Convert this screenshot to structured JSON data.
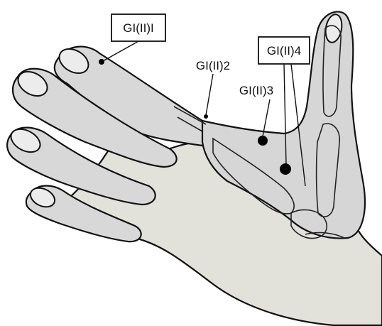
{
  "labels": {
    "gi1": "GI(II)I",
    "gi2": "GI(II)2",
    "gi3": "GI(II)3",
    "gi4": "GI(II)4"
  },
  "colors": {
    "skin": "#d9d9d9",
    "skin_light": "#e8e8de",
    "outline": "#111111",
    "point": "#000000"
  },
  "icons": [
    "hand-illustration",
    "bone-outline",
    "acupoint-dot",
    "label-box",
    "leader-line"
  ]
}
